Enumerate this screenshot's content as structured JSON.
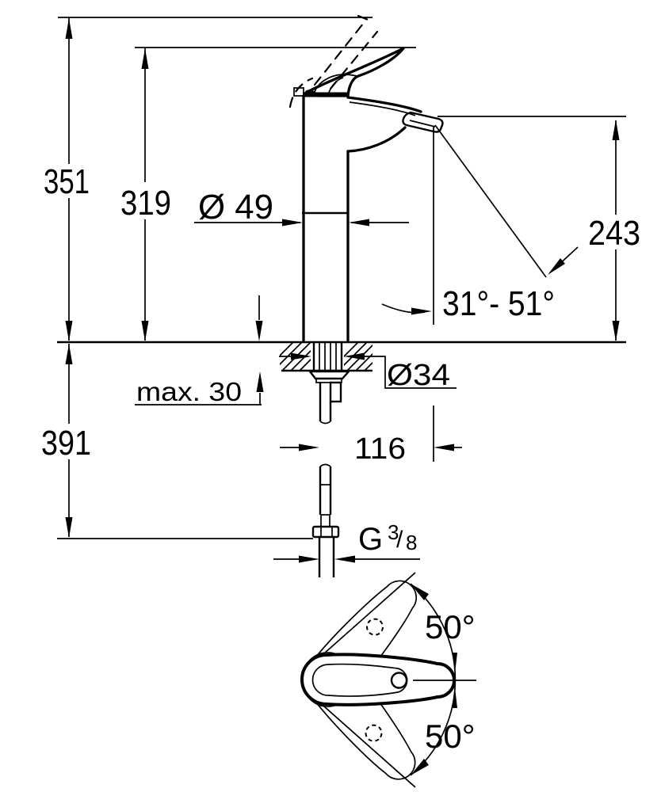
{
  "page": {
    "background": "#ffffff",
    "line_color": "#000000",
    "drawing_type": "technical dimension drawing, single-lever basin mixer tap (side elevation and plan view)"
  },
  "labels": {
    "overall_height": "351",
    "height_to_lever": "319",
    "body_diameter": "Ø 49",
    "spout_outlet_height": "243",
    "spout_angle_range": "31°- 51°",
    "max_mounting_thickness": "max. 30",
    "mounting_hole_diameter": "Ø34",
    "length_below_deck": "391",
    "spout_projection": "116",
    "thread_prefix": "G",
    "thread_numerator": "3",
    "thread_slash": "/",
    "thread_denominator": "8",
    "swivel_angle_upper": "50°",
    "swivel_angle_lower": "50°"
  }
}
